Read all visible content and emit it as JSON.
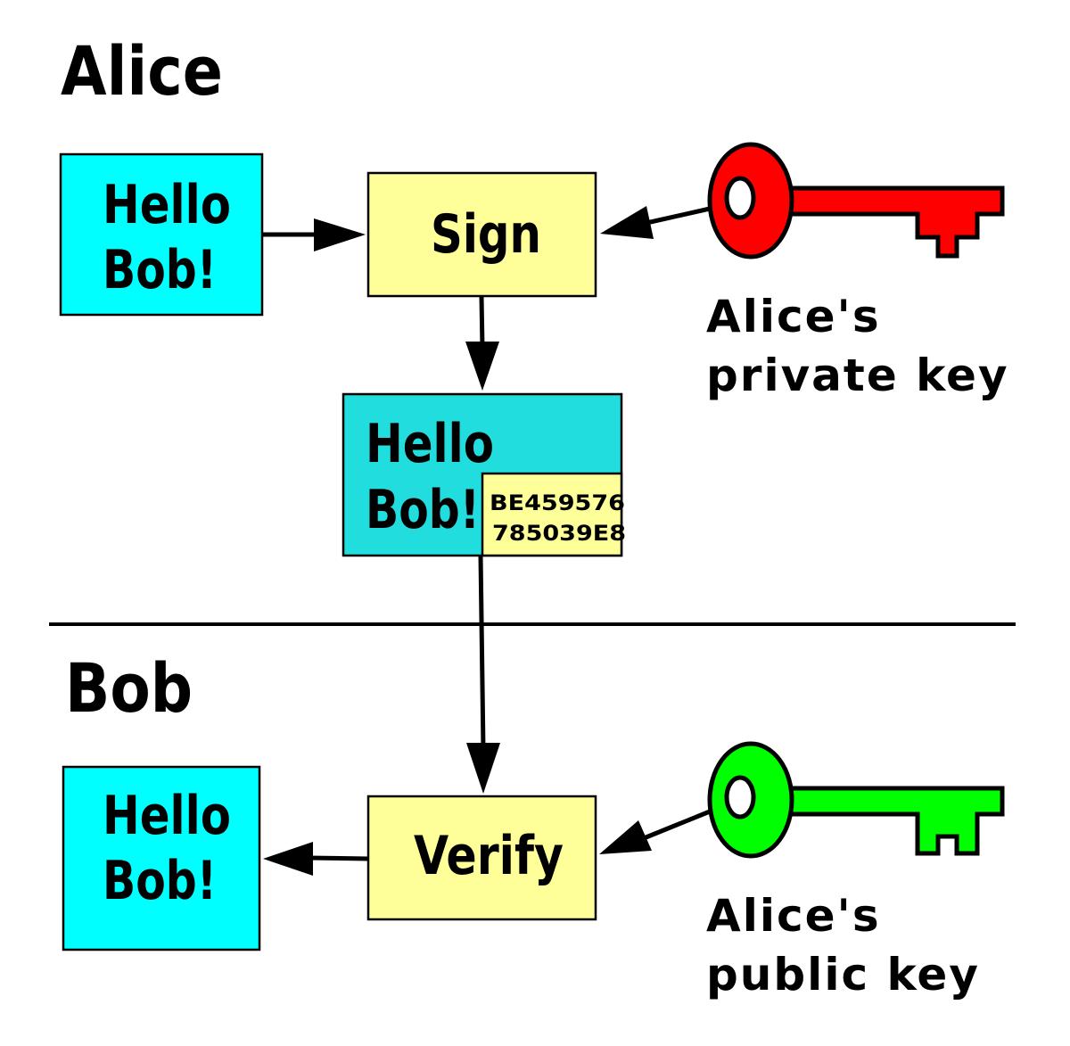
{
  "sections": {
    "alice": "Alice",
    "bob": "Bob"
  },
  "message": {
    "line1": "Hello",
    "line2": "Bob!"
  },
  "sign": {
    "label": "Sign"
  },
  "verify": {
    "label": "Verify"
  },
  "signature": {
    "line1": "BE459576",
    "line2": "785039E8"
  },
  "private_key": {
    "line1": "Alice's",
    "line2": "private key",
    "color": "#ff0000",
    "icon": "key-icon"
  },
  "public_key": {
    "line1": "Alice's",
    "line2": "public key",
    "color": "#00ff00",
    "icon": "key-icon"
  },
  "colors": {
    "message": "#00ffff",
    "signed_message": "#22dddd",
    "process": "#ffff99"
  }
}
